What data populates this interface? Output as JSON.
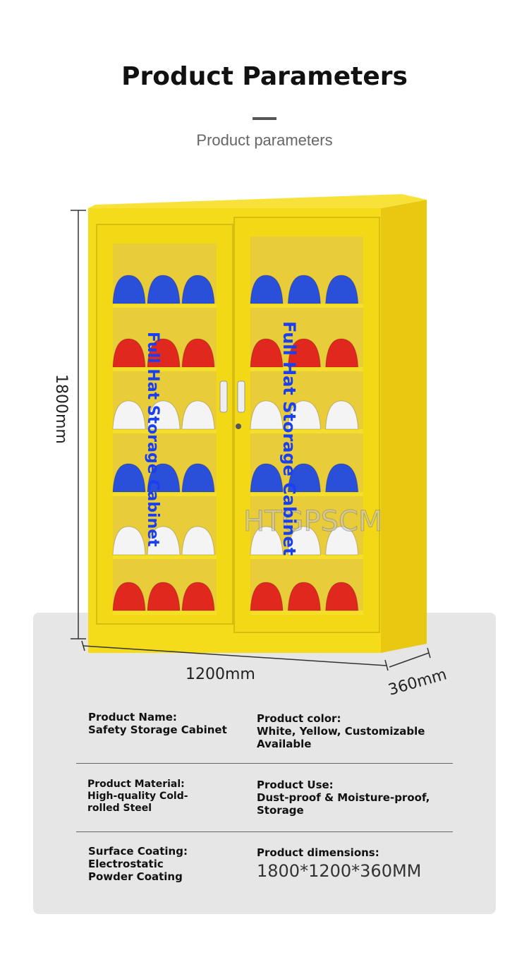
{
  "header": {
    "title": "Product Parameters",
    "subtitle": "Product parameters"
  },
  "image": {
    "height_label": "1800mm",
    "width_label": "1200mm",
    "depth_label": "360mm",
    "overlay_text": "Full Hat Storage Cabinet",
    "watermark": "HTGPSCM",
    "cabinet_color": "#f5dc1a",
    "overlay_color": "#1a3ff0"
  },
  "specs": [
    {
      "label": "Product Name:",
      "value": "Safety Storage Cabinet"
    },
    {
      "label": "Product color:",
      "value": "White, Yellow, Customizable Available"
    },
    {
      "label": "Product Material:",
      "value": "High-quality Cold-rolled Steel"
    },
    {
      "label": "Product Use:",
      "value": "Dust-proof & Moisture-proof, Storage"
    },
    {
      "label": "Surface Coating:",
      "value": "Electrostatic Powder Coating"
    },
    {
      "label": "Product dimensions:",
      "value": "1800*1200*360MM"
    }
  ]
}
